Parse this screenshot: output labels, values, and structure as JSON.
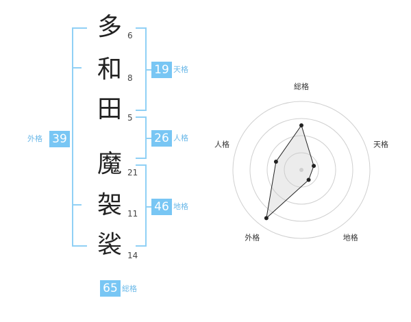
{
  "name_chars": [
    {
      "char": "多",
      "strokes": "6"
    },
    {
      "char": "和",
      "strokes": "8"
    },
    {
      "char": "田",
      "strokes": "5"
    },
    {
      "char": "魔",
      "strokes": "21"
    },
    {
      "char": "袈",
      "strokes": "11"
    },
    {
      "char": "裟",
      "strokes": "14"
    }
  ],
  "fortunes": {
    "tenkaku": {
      "label": "天格",
      "value": "19"
    },
    "jinkaku": {
      "label": "人格",
      "value": "26"
    },
    "chikaku": {
      "label": "地格",
      "value": "46"
    },
    "gaikaku": {
      "label": "外格",
      "value": "39"
    },
    "soukaku": {
      "label": "総格",
      "value": "65"
    }
  },
  "chart_data": {
    "type": "radar",
    "axes": [
      "総格",
      "天格",
      "地格",
      "外格",
      "人格"
    ],
    "values": [
      0.65,
      0.19,
      0.18,
      0.87,
      0.39
    ],
    "range": [
      0,
      1
    ],
    "rings": 4
  }
}
